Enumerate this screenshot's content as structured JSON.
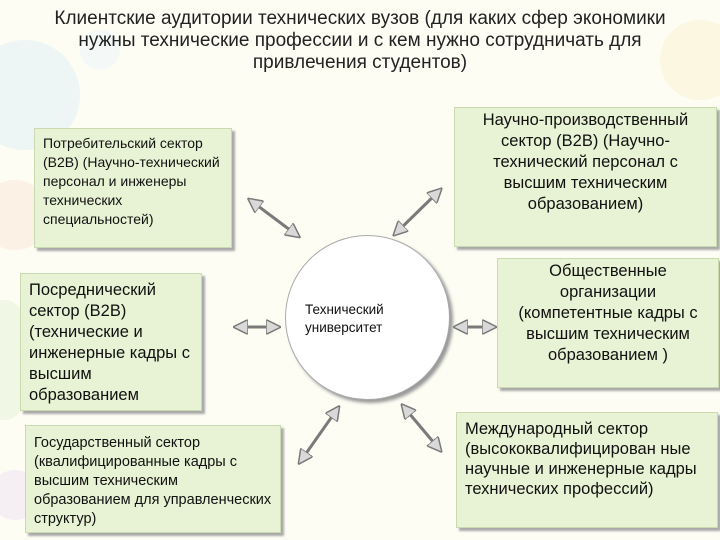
{
  "title": "Клиентские аудитории технических вузов (для каких сфер экономики нужны технические профессии и с кем нужно сотрудничать для привлечения студентов)",
  "center": {
    "label": "Технический университет"
  },
  "boxes": {
    "consumer": "Потребительский сектор (В2В) (Научно-технический персонал и инженеры технических специальностей)",
    "research": "Научно-производственный сектор (В2В) (Научно-технический персонал с высшим техническим образованием)",
    "intermediary": "Посреднический сектор (В2В) (технические и инженерные кадры с высшим образованием",
    "public": "Общественные организации (компетентные кадры с высшим техническим образованием )",
    "government": "Государственный сектор (квалифицированные кадры с высшим техническим образованием для управленческих структур)",
    "international": "Международный сектор (высококвалифицирован ные научные и инженерные кадры технических профессий)"
  },
  "colors": {
    "box_fill": "#e8f2d4",
    "arrow": "#7a7a7a",
    "arrow_fill": "#d9d9d9",
    "background": "#fdfdf4"
  }
}
